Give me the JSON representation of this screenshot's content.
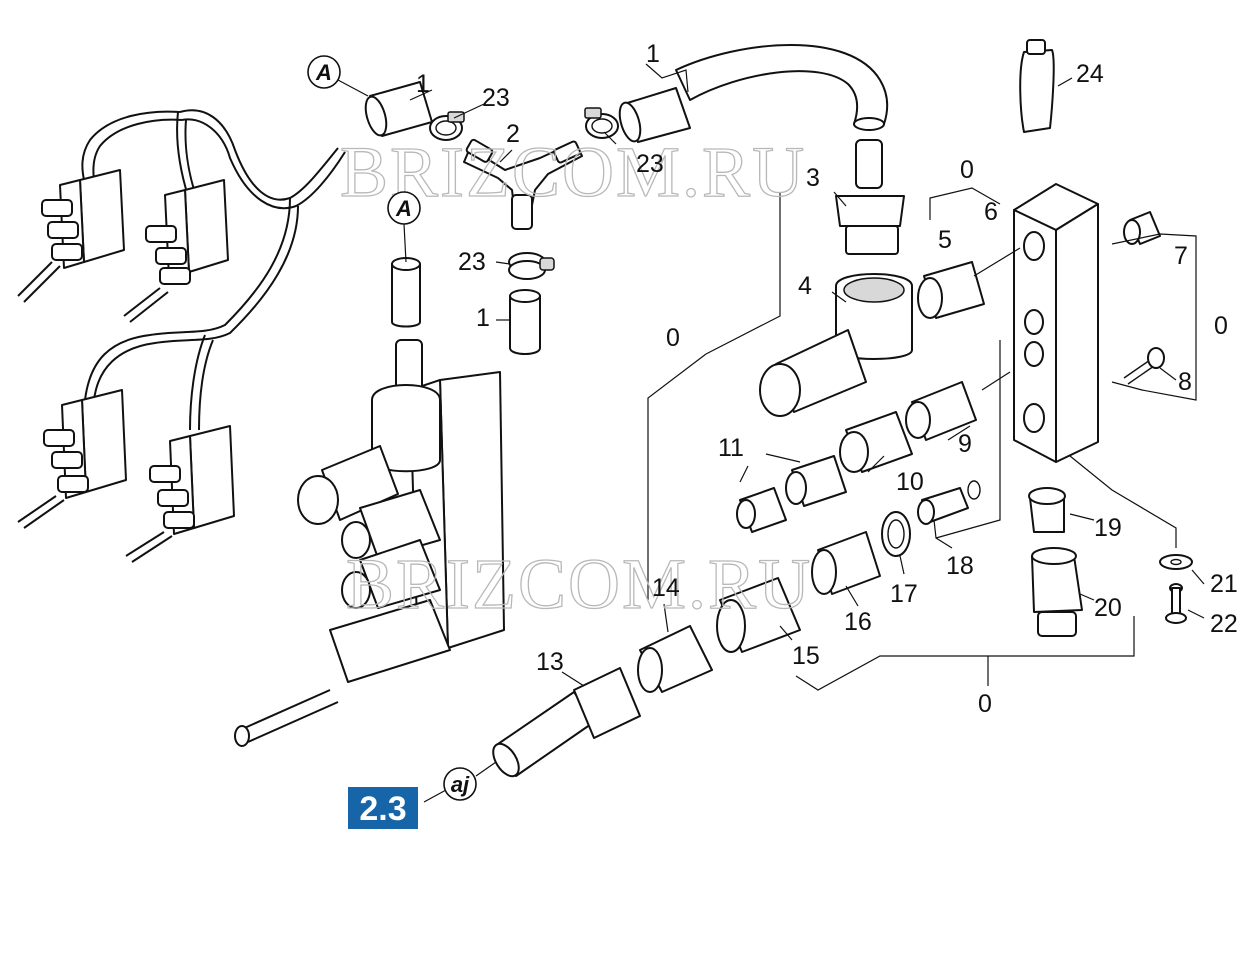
{
  "watermarks": [
    "BRIZCOM.RU",
    "BRIZCOM.RU"
  ],
  "section_badge": {
    "label": "2.3",
    "color": "#1565a8"
  },
  "reference_circles": [
    {
      "id": "A-top",
      "label": "A"
    },
    {
      "id": "A-middle",
      "label": "A"
    },
    {
      "id": "aj",
      "label": "aj"
    }
  ],
  "callouts": [
    {
      "id": "c1a",
      "label": "1"
    },
    {
      "id": "c23a",
      "label": "23"
    },
    {
      "id": "c2",
      "label": "2"
    },
    {
      "id": "c1b",
      "label": "1"
    },
    {
      "id": "c23b",
      "label": "23"
    },
    {
      "id": "c3",
      "label": "3"
    },
    {
      "id": "c24",
      "label": "24"
    },
    {
      "id": "c0a",
      "label": "0"
    },
    {
      "id": "c6",
      "label": "6"
    },
    {
      "id": "c5",
      "label": "5"
    },
    {
      "id": "c7",
      "label": "7"
    },
    {
      "id": "c0b",
      "label": "0"
    },
    {
      "id": "c23c",
      "label": "23"
    },
    {
      "id": "c4",
      "label": "4"
    },
    {
      "id": "c1c",
      "label": "1"
    },
    {
      "id": "c0c",
      "label": "0"
    },
    {
      "id": "c8",
      "label": "8"
    },
    {
      "id": "c9",
      "label": "9"
    },
    {
      "id": "c11",
      "label": "11"
    },
    {
      "id": "c10",
      "label": "10"
    },
    {
      "id": "c19",
      "label": "19"
    },
    {
      "id": "c18",
      "label": "18"
    },
    {
      "id": "c14",
      "label": "14"
    },
    {
      "id": "c17",
      "label": "17"
    },
    {
      "id": "c16",
      "label": "16"
    },
    {
      "id": "c21",
      "label": "21"
    },
    {
      "id": "c20",
      "label": "20"
    },
    {
      "id": "c22",
      "label": "22"
    },
    {
      "id": "c15",
      "label": "15"
    },
    {
      "id": "c13",
      "label": "13"
    },
    {
      "id": "c0d",
      "label": "0"
    }
  ]
}
